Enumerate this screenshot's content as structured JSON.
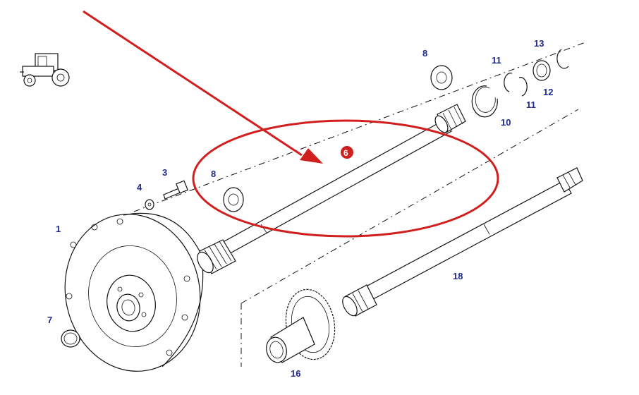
{
  "diagram": {
    "callouts": [
      {
        "id": "label-1",
        "text": "1"
      },
      {
        "id": "label-3",
        "text": "3"
      },
      {
        "id": "label-4",
        "text": "4"
      },
      {
        "id": "label-6",
        "text": "6"
      },
      {
        "id": "label-7",
        "text": "7"
      },
      {
        "id": "label-8a",
        "text": "8"
      },
      {
        "id": "label-8b",
        "text": "8"
      },
      {
        "id": "label-10",
        "text": "10"
      },
      {
        "id": "label-11a",
        "text": "11"
      },
      {
        "id": "label-11b",
        "text": "11"
      },
      {
        "id": "label-12",
        "text": "12"
      },
      {
        "id": "label-13",
        "text": "13"
      },
      {
        "id": "label-16",
        "text": "16"
      },
      {
        "id": "label-18",
        "text": "18"
      }
    ],
    "colors": {
      "callout_text": "#1f2a8a",
      "highlight_red": "#d11f1f",
      "line": "#111111"
    },
    "icon": "tractor-icon"
  }
}
